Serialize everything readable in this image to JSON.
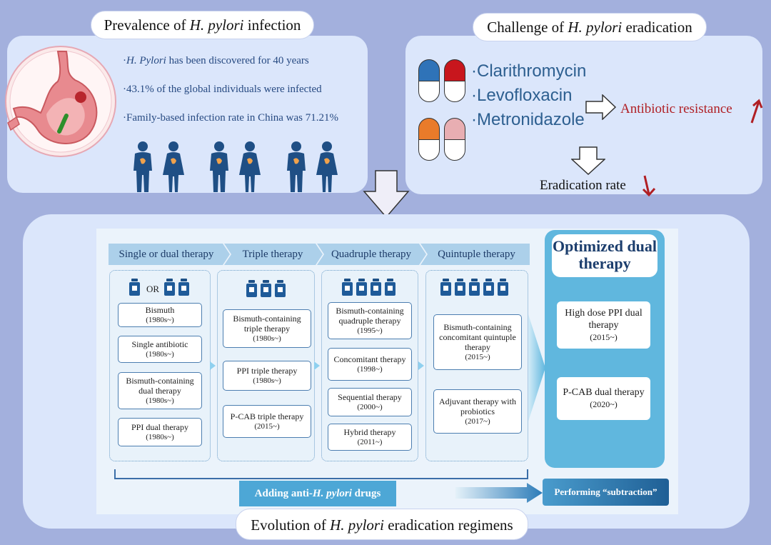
{
  "prevalence": {
    "title_pre": "Prevalence of ",
    "title_em": "H. pylori",
    "title_post": " infection",
    "fact1_em": "H. Pylori",
    "fact1_rest": " has been discovered for 40 years",
    "fact2": "·43.1% of the global individuals were infected",
    "fact3": "·Family-based infection rate in China was 71.21%"
  },
  "challenge": {
    "title_pre": "Challenge of ",
    "title_em": "H. pylori",
    "title_post": " eradication",
    "drug1": "·Clarithromycin",
    "drug2": "·Levofloxacin",
    "drug3": "·Metronidazole",
    "resistance": "Antibiotic resistance",
    "eradication_rate": "Eradication rate"
  },
  "evolution": {
    "title_pre": "Evolution of ",
    "title_em": "H. pylori",
    "title_post": " eradication regimens",
    "stages": [
      "Single or dual therapy",
      "Triple therapy",
      "Quadruple therapy",
      "Quintuple therapy"
    ],
    "or_label": "OR",
    "col1": [
      {
        "name": "Bismuth",
        "year": "(1980s~)"
      },
      {
        "name": "Single antibiotic",
        "year": "(1980s~)"
      },
      {
        "name": "Bismuth-containing dual therapy",
        "year": "(1980s~)"
      },
      {
        "name": "PPI dual therapy",
        "year": "(1980s~)"
      }
    ],
    "col2": [
      {
        "name": "Bismuth-containing triple therapy",
        "year": "(1980s~)"
      },
      {
        "name": "PPI triple therapy",
        "year": "(1980s~)"
      },
      {
        "name": "P-CAB triple therapy",
        "year": "(2015~)"
      }
    ],
    "col3": [
      {
        "name": "Bismuth-containing quadruple therapy",
        "year": "(1995~)"
      },
      {
        "name": "Concomitant therapy",
        "year": "(1998~)"
      },
      {
        "name": "Sequential therapy",
        "year": "(2000~)"
      },
      {
        "name": "Hybrid therapy",
        "year": "(2011~)"
      }
    ],
    "col4": [
      {
        "name": "Bismuth-containing concomitant quintuple therapy",
        "year": "(2015~)"
      },
      {
        "name": "Adjuvant therapy with probiotics",
        "year": "(2017~)"
      }
    ],
    "optimized_title": "Optimized dual therapy",
    "opt": [
      {
        "name": "High dose PPI dual therapy",
        "year": "(2015~)"
      },
      {
        "name": "P-CAB dual therapy",
        "year": "(2020~)"
      }
    ],
    "adding_pre": "Adding anti-",
    "adding_em": "H. pylori",
    "adding_post": " drugs",
    "subtraction": "Performing “subtraction”"
  },
  "colors": {
    "background": "#a3b0dd",
    "panel": "#dbe6fb",
    "capsule_blue": "#2f73b8",
    "capsule_red": "#c8161d",
    "capsule_orange": "#e97b2a",
    "capsule_pink": "#e8aeb2",
    "resistance_red": "#b01f24",
    "optimized_blue": "#60b7de"
  }
}
